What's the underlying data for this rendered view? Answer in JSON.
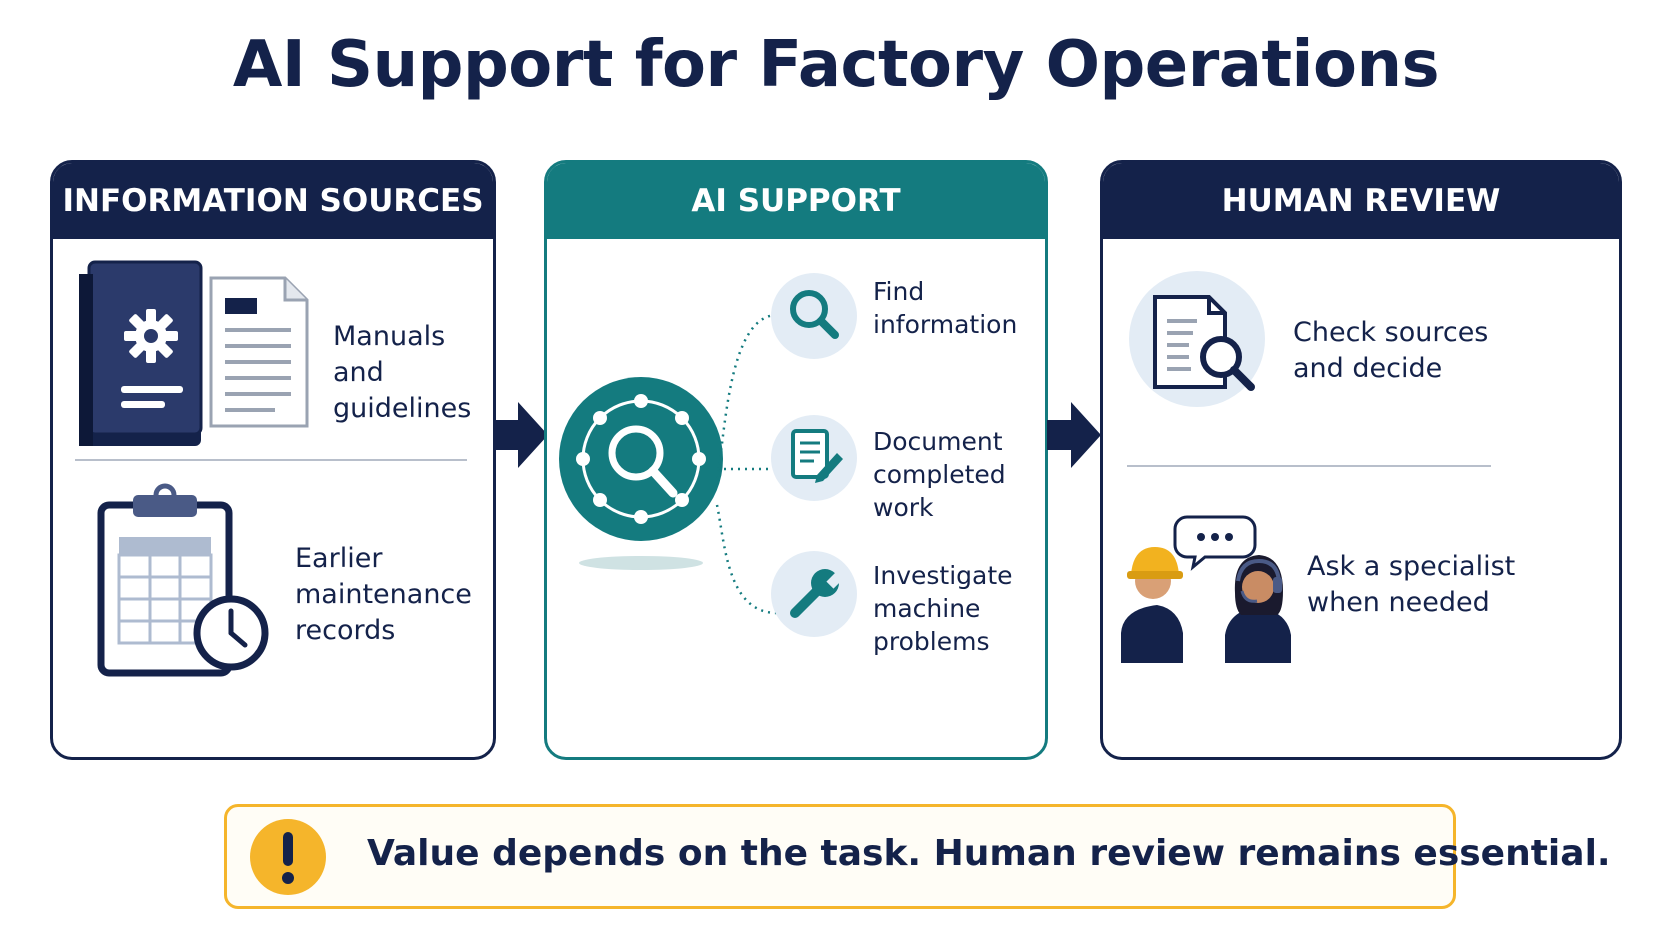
{
  "title": "AI Support for Factory Operations",
  "colors": {
    "navy": "#14224a",
    "teal": "#147b7f",
    "amber": "#f5b52b",
    "light_circle": "#e3ecf5"
  },
  "panels": {
    "sources": {
      "header": "INFORMATION SOURCES",
      "items": [
        {
          "line1": "Manuals and",
          "line2": "guidelines",
          "icon": "manual-book-icon"
        },
        {
          "line1": "Earlier",
          "line2": "maintenance",
          "line3": "records",
          "icon": "clipboard-clock-icon"
        }
      ]
    },
    "ai": {
      "header": "AI SUPPORT",
      "hub_icon": "ai-network-search-icon",
      "items": [
        {
          "line1": "Find",
          "line2": "information",
          "icon": "magnifier-icon"
        },
        {
          "line1": "Document",
          "line2": "completed work",
          "icon": "document-pen-icon"
        },
        {
          "line1": "Investigate",
          "line2": "machine",
          "line3": "problems",
          "icon": "wrench-icon"
        }
      ]
    },
    "review": {
      "header": "HUMAN REVIEW",
      "items": [
        {
          "line1": "Check sources",
          "line2": "and decide",
          "icon": "document-search-icon"
        },
        {
          "line1": "Ask a specialist",
          "line2": "when needed",
          "icon": "worker-specialist-icon"
        }
      ]
    }
  },
  "notice": {
    "text": "Value depends on the task. Human review remains essential.",
    "icon": "warning-icon"
  }
}
